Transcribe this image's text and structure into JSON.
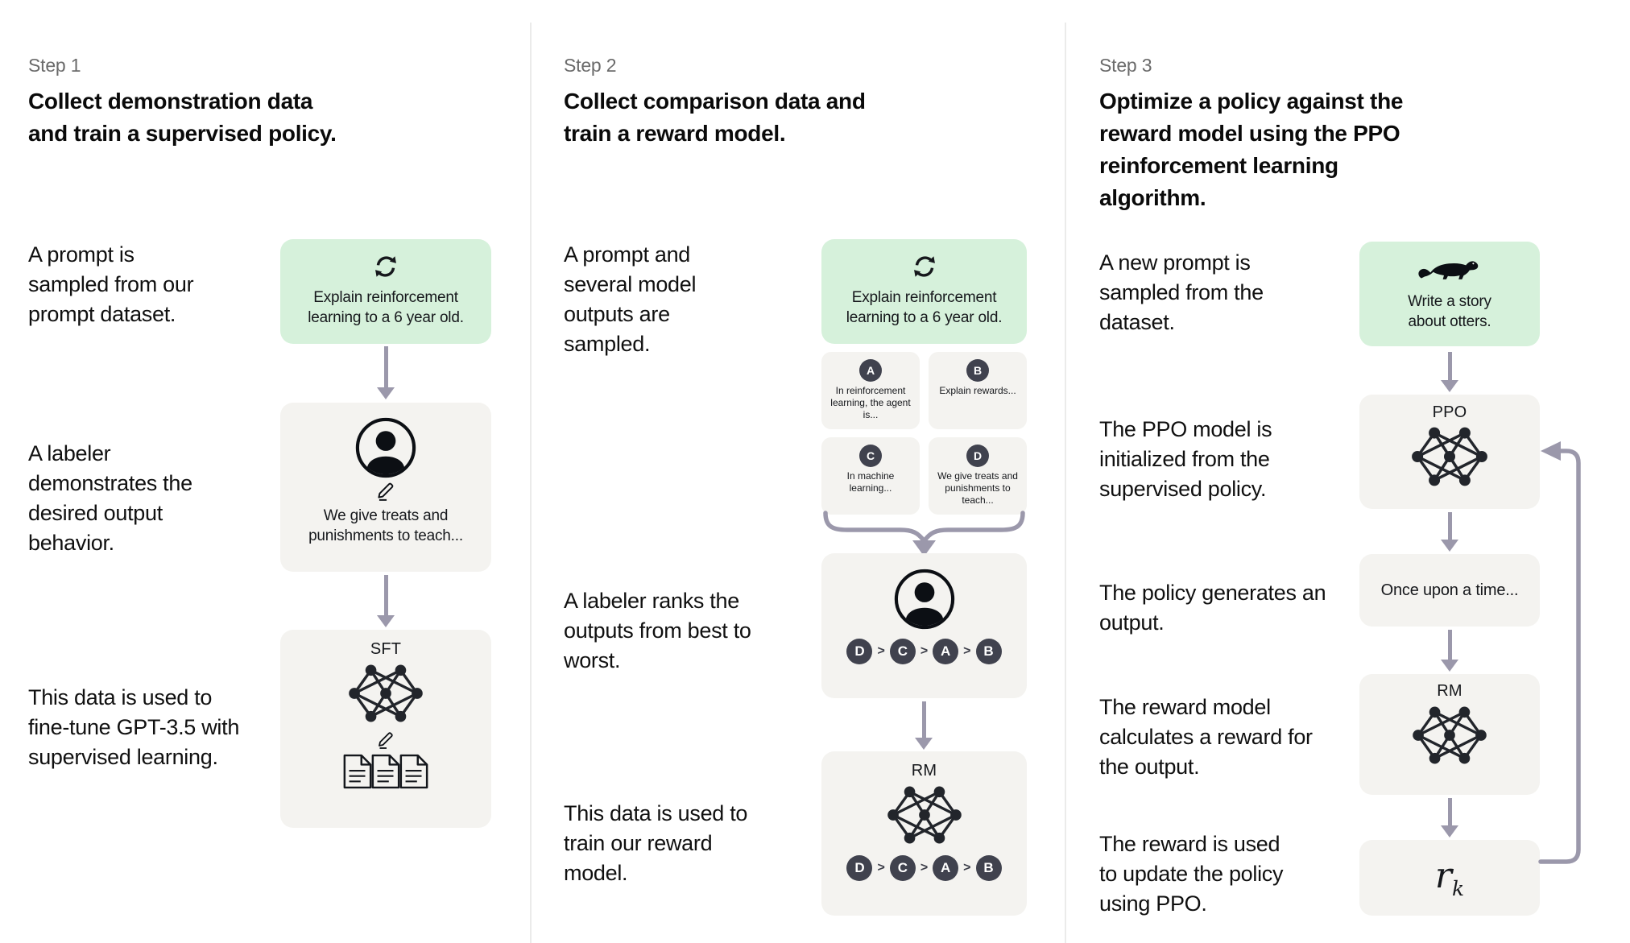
{
  "colors": {
    "prompt_box_bg": "#d6f1db",
    "model_box_bg": "#f4f3f0",
    "arrow": "#9b98ab",
    "badge_bg": "#40424e",
    "step_label": "#6a6a6a",
    "text": "#101010"
  },
  "step1": {
    "label": "Step 1",
    "title": "Collect demonstration data and train a supervised policy.",
    "caption_prompt": "A prompt is sampled from our prompt dataset.",
    "caption_labeler": "A labeler demonstrates the desired output behavior.",
    "caption_finetune": "This data is used to fine-tune GPT-3.5 with supervised learning.",
    "prompt_box": {
      "icon": "cycle-arrows-icon",
      "text": "Explain reinforcement learning to a 6 year old."
    },
    "labeler_box": {
      "icons": [
        "person-icon",
        "pencil-icon"
      ],
      "text": "We give treats and punishments to teach..."
    },
    "sft_box": {
      "label": "SFT",
      "icons": [
        "neural-network-icon",
        "pencil-icon",
        "documents-icon"
      ]
    }
  },
  "step2": {
    "label": "Step 2",
    "title": "Collect comparison data and train a reward model.",
    "caption_prompt": "A prompt and several model outputs are sampled.",
    "caption_rank": "A labeler ranks the outputs from best to worst.",
    "caption_train": "This data is used to train our reward model.",
    "prompt_box": {
      "icon": "cycle-arrows-icon",
      "text": "Explain reinforcement learning to a 6 year old."
    },
    "outputs": [
      {
        "id": "A",
        "text": "In reinforcement learning, the agent is..."
      },
      {
        "id": "B",
        "text": "Explain rewards..."
      },
      {
        "id": "C",
        "text": "In machine learning..."
      },
      {
        "id": "D",
        "text": "We give treats and punishments to teach..."
      }
    ],
    "rank_separator": ">",
    "ranking": [
      "D",
      "C",
      "A",
      "B"
    ],
    "labeler_box": {
      "icon": "person-icon"
    },
    "rm_box": {
      "label": "RM",
      "icon": "neural-network-icon"
    }
  },
  "step3": {
    "label": "Step 3",
    "title": "Optimize a policy against the reward model using the PPO reinforcement learning algorithm.",
    "caption_prompt": "A new prompt is sampled from the dataset.",
    "caption_init": "The PPO model is initialized from the supervised policy.",
    "caption_output": "The policy generates an output.",
    "caption_reward": "The reward model calculates a reward for the output.",
    "caption_update": "The reward is used to update the policy using PPO.",
    "prompt_box": {
      "icon": "otter-icon",
      "text": "Write a story about otters."
    },
    "ppo_box": {
      "label": "PPO",
      "icon": "neural-network-icon"
    },
    "output_box": {
      "text": "Once upon a time..."
    },
    "rm_box": {
      "label": "RM",
      "icon": "neural-network-icon"
    },
    "reward_box": {
      "label_main": "r",
      "label_sub": "k"
    }
  }
}
